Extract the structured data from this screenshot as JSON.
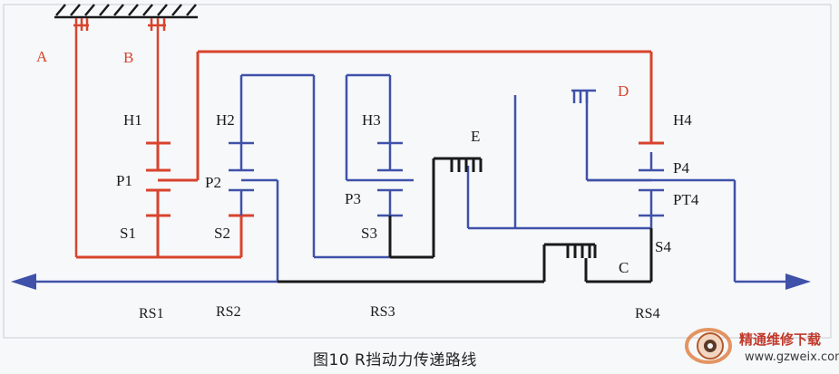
{
  "diagram": {
    "colors": {
      "red": "#d8432c",
      "blue": "#3f51a8",
      "black": "#1a1a1a",
      "background": "#f6f8fa"
    },
    "labels": {
      "A": "A",
      "B": "B",
      "D": "D",
      "E": "E",
      "C": "C",
      "H1": "H1",
      "P1": "P1",
      "S1": "S1",
      "H2": "H2",
      "P2": "P2",
      "S2": "S2",
      "H3": "H3",
      "P3": "P3",
      "S3": "S3",
      "H4": "H4",
      "P4": "P4",
      "PT4": "PT4",
      "S4": "S4",
      "RS1": "RS1",
      "RS2": "RS2",
      "RS3": "RS3",
      "RS4": "RS4"
    },
    "caption": "图10 R挡动力传递路线"
  },
  "watermark": {
    "name": "精通维修下载",
    "url": "www.gzweix.com"
  }
}
